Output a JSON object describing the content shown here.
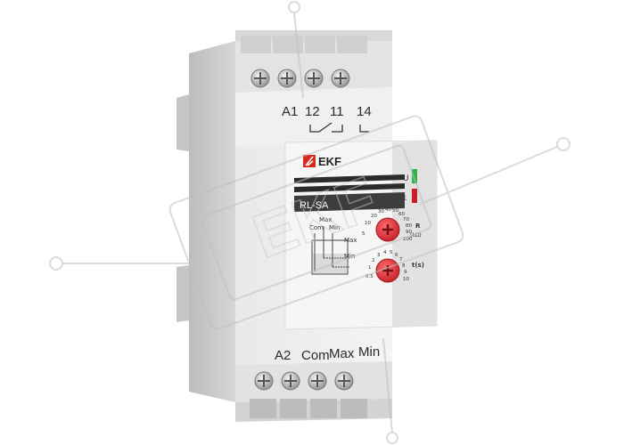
{
  "product": {
    "brand": "EKF",
    "model": "RL-SA",
    "top_terminals": [
      "A1",
      "12",
      "11",
      "14"
    ],
    "bottom_terminals": [
      "A2",
      "Com",
      "Max",
      "Min"
    ],
    "diagram_labels": {
      "com": "Com",
      "max_top": "Max",
      "min_top": "Min",
      "max_side": "Max",
      "min_side": "Min"
    },
    "indicators": {
      "power": "U",
      "relay": "relay-status-icon"
    },
    "dial_r": {
      "label": "R",
      "unit": "(kΩ)",
      "scale": [
        "5",
        "10",
        "20",
        "30",
        "40",
        "50",
        "60",
        "70",
        "80",
        "90",
        "100"
      ]
    },
    "dial_t": {
      "label": "t(s)",
      "scale": [
        "0.5",
        "1",
        "2",
        "3",
        "4",
        "5",
        "6",
        "7",
        "8",
        "9",
        "10"
      ]
    },
    "colors": {
      "body": "#ececec",
      "shadow": "#cfcfcf",
      "knob": "#e8323c",
      "brand_red": "#d52b1e",
      "led_green": "#2fb14a",
      "led_red": "#c8202a"
    },
    "watermark": "EKF"
  }
}
